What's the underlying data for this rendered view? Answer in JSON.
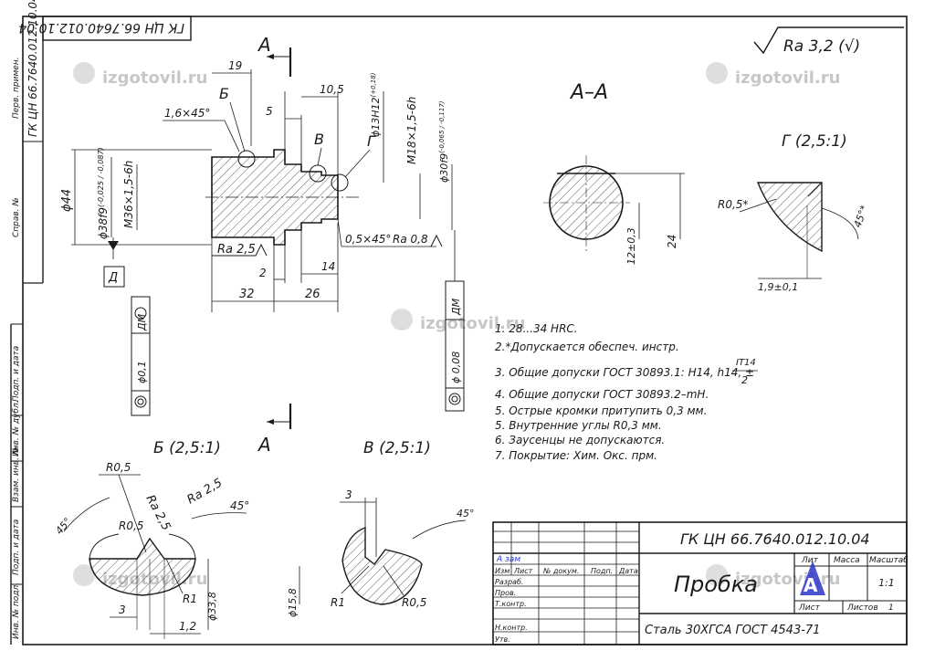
{
  "watermark": "izgotovil.ru",
  "designation": "ГК ЦН 66.7640.012.10.04",
  "designation_rotated": "ГК ЦН 66.7640.012.10.04",
  "roughness_general": "Ra 3,2 (√)",
  "section_label": "А",
  "section_title": "А–А",
  "view_B_title": "Б (2,5:1)",
  "view_V_title": "В (2,5:1)",
  "view_G_title": "Г (2,5:1)",
  "main_dims": {
    "d19": "19",
    "d10_5": "10,5",
    "d5": "5",
    "chamfer_left": "1,6×45°",
    "letter_B": "Б",
    "letter_V": "В",
    "letter_G": "Г",
    "d13H12": "ϕ13Н12",
    "d13H12_tol": "(+0,18)",
    "m18": "М18×1,5-6h",
    "d30f9": "ϕ30f9",
    "d30f9_tol": "(-0,065 / -0,117)",
    "d44": "ϕ44",
    "d38f9": "ϕ38f9",
    "d38f9_tol": "(-0,025 / -0,087)",
    "m36": "М36×1,5-6h",
    "ra2_5": "Ra 2,5",
    "chamfer_right": "0,5×45°",
    "ra0_8": "Ra 0,8",
    "d2": "2",
    "d14": "14",
    "d32": "32",
    "d26": "26",
    "datum_D": "Д"
  },
  "tolerances": {
    "left_tol": "ϕ0,1",
    "left_mod": "М",
    "left_datum": "ДМ",
    "right_tol": "ϕ 0,08",
    "right_datum": "ДМ"
  },
  "section_dims": {
    "d12": "12±0,3",
    "d24": "24"
  },
  "view_G_dims": {
    "r05": "R0,5*",
    "angle": "45°*",
    "d19": "1,9±0,1"
  },
  "view_B_dims": {
    "r05_top": "R0,5",
    "ra25_a": "Ra 2,5",
    "ra25_b": "Ra 2,5",
    "angle45_l": "45°",
    "angle45_r": "45°",
    "r05_mid": "R0,5",
    "r1": "R1",
    "d33_8": "ϕ33,8",
    "d3": "3",
    "d1_2": "1,2"
  },
  "view_V_dims": {
    "d3": "3",
    "angle45": "45°",
    "d15_8": "ϕ15,8",
    "r1": "R1",
    "r05": "R0,5"
  },
  "notes": [
    "1. 28...34 HRC.",
    "2.*Допускается обеспеч. инстр.",
    "3. Общие допуски ГОСТ 30893.1: H14, h14, ±",
    "4. Общие допуски ГОСТ 30893.2–mH.",
    "5. Острые кромки притупить 0,3 мм.",
    "5. Внутренние углы R0,3 мм.",
    "6. Заусенцы не допускаются.",
    "7. Покрытие: Хим. Окс. прм."
  ],
  "note3_fraction": {
    "num": "IT14",
    "den": "2"
  },
  "side_labels": [
    "Перв. примен.",
    "Справ. №",
    "Подп. и дата",
    "Инв. № дубл.",
    "Взам. инв. №",
    "Подп. и дата",
    "Инв. № подл."
  ],
  "title_block": {
    "part_name": "Пробка",
    "material": "Сталь 30ХГСА ГОСТ 4543-71",
    "lit_header": "Лит",
    "mass_header": "Масса",
    "scale_header": "Масштаб",
    "scale_value": "1:1",
    "sheet_label": "Лист",
    "sheets_label": "Листов",
    "sheets_value": "1",
    "change_mark": "А",
    "change_note": "А  зам",
    "row_headers": [
      "Изм",
      "Лист",
      "№ докум.",
      "Подп.",
      "Дата"
    ],
    "roles": [
      "Разраб.",
      "Пров.",
      "Т.контр.",
      "",
      "Н.контр.",
      "Утв."
    ]
  }
}
